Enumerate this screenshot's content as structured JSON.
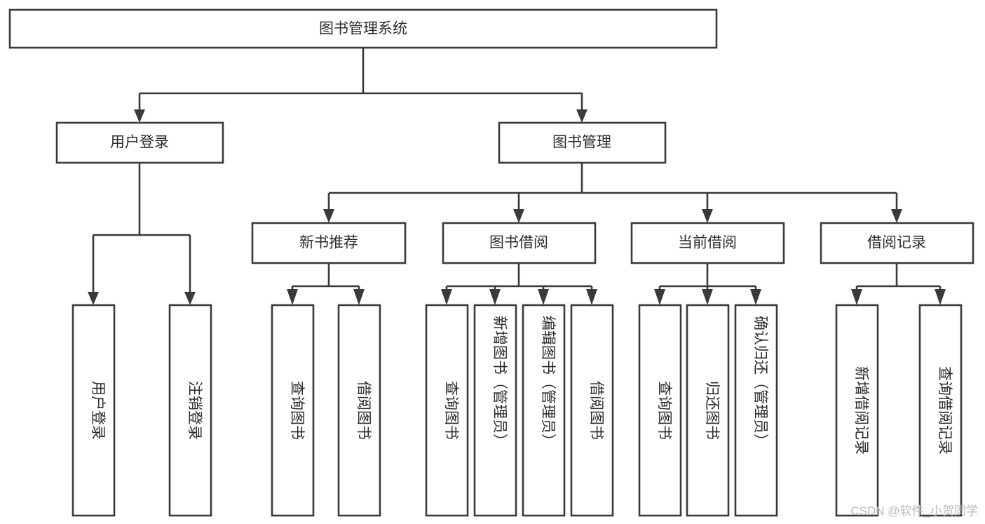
{
  "diagram": {
    "type": "hierarchy-tree",
    "title": "图书管理系统",
    "orientation": "top-down",
    "watermark": "CSDN @软件_小贺同学",
    "levels": 4,
    "root": {
      "label": "图书管理系统",
      "text_direction": "horizontal"
    },
    "level2": [
      {
        "label": "用户登录",
        "text_direction": "horizontal"
      },
      {
        "label": "图书管理",
        "text_direction": "horizontal"
      }
    ],
    "level3": [
      {
        "label": "新书推荐",
        "text_direction": "horizontal"
      },
      {
        "label": "图书借阅",
        "text_direction": "horizontal"
      },
      {
        "label": "当前借阅",
        "text_direction": "horizontal"
      },
      {
        "label": "借阅记录",
        "text_direction": "horizontal"
      }
    ],
    "leaves": {
      "user_login": [
        {
          "label": "用户登录",
          "text_direction": "vertical"
        },
        {
          "label": "注销登录",
          "text_direction": "vertical"
        }
      ],
      "new_book_recommend": [
        {
          "label": "查询图书",
          "text_direction": "vertical"
        },
        {
          "label": "借阅图书",
          "text_direction": "vertical"
        }
      ],
      "book_borrow": [
        {
          "label": "查询图书",
          "text_direction": "vertical"
        },
        {
          "label": "新增图书（管理员）",
          "text_direction": "vertical"
        },
        {
          "label": "编辑图书（管理员）",
          "text_direction": "vertical"
        },
        {
          "label": "借阅图书",
          "text_direction": "vertical"
        }
      ],
      "current_borrow": [
        {
          "label": "查询图书",
          "text_direction": "vertical"
        },
        {
          "label": "归还图书",
          "text_direction": "vertical"
        },
        {
          "label": "确认归还（管理员）",
          "text_direction": "vertical"
        }
      ],
      "borrow_record": [
        {
          "label": "新增借阅记录",
          "text_direction": "vertical"
        },
        {
          "label": "查询借阅记录",
          "text_direction": "vertical"
        }
      ]
    },
    "colors": {
      "box_stroke": "#3a3a3a",
      "box_fill": "#ffffff",
      "text": "#2b2b2b",
      "connector": "#3a3a3a",
      "watermark": "#b9b9b9",
      "background": "#ffffff"
    }
  }
}
